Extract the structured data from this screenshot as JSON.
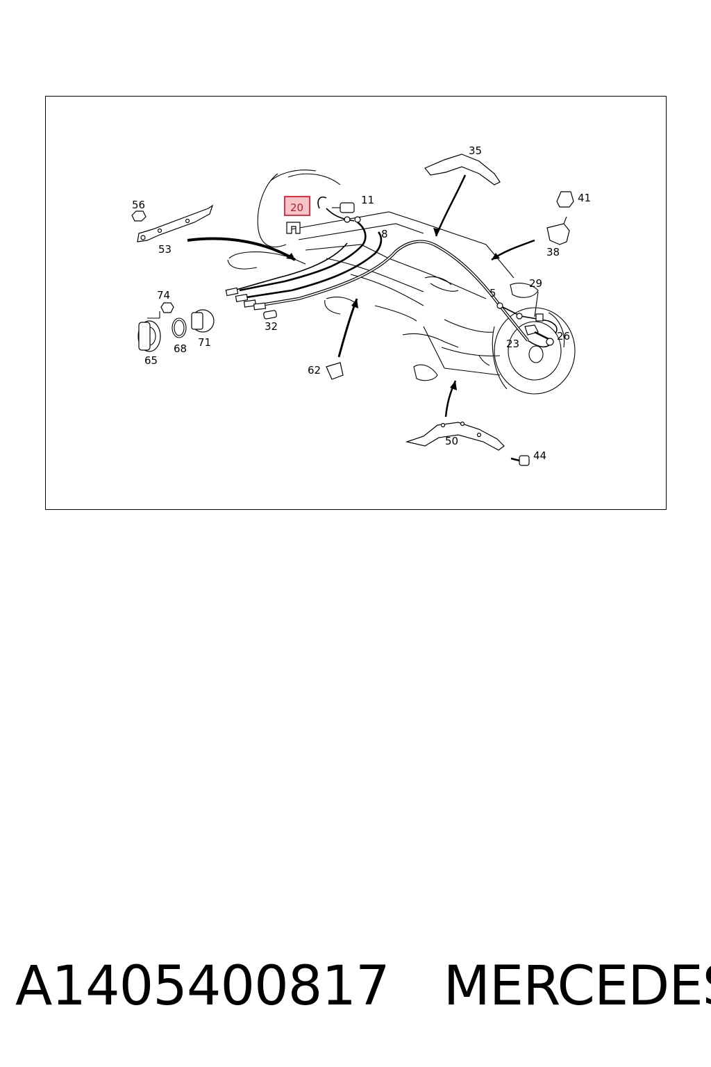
{
  "diagram": {
    "highlight_color": "#e53040",
    "highlighted_callout": "20",
    "callouts": [
      "56",
      "53",
      "74",
      "65",
      "68",
      "71",
      "32",
      "62",
      "20",
      "11",
      "8",
      "35",
      "41",
      "38",
      "5",
      "29",
      "23",
      "26",
      "50",
      "44"
    ]
  },
  "footer": {
    "part_number": "A1405400817",
    "brand": "MERCEDES"
  }
}
